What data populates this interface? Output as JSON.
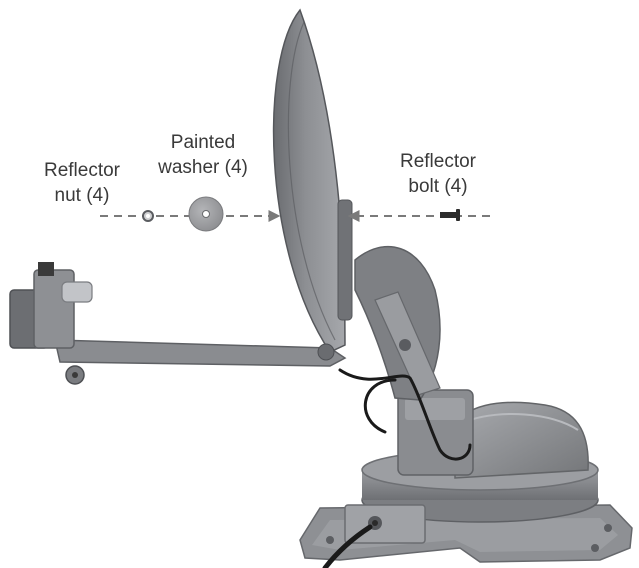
{
  "labels": {
    "reflector_nut": [
      "Reflector",
      "nut (4)"
    ],
    "painted_washer": [
      "Painted",
      "washer (4)"
    ],
    "reflector_bolt": [
      "Reflector",
      "bolt (4)"
    ]
  },
  "colors": {
    "text": "#3a3a3a",
    "metal_dark": "#6e7074",
    "metal_mid": "#8a8c90",
    "metal_light": "#a9abaf",
    "cable": "#1a1a1a",
    "arrow": "#7a7a7a"
  }
}
